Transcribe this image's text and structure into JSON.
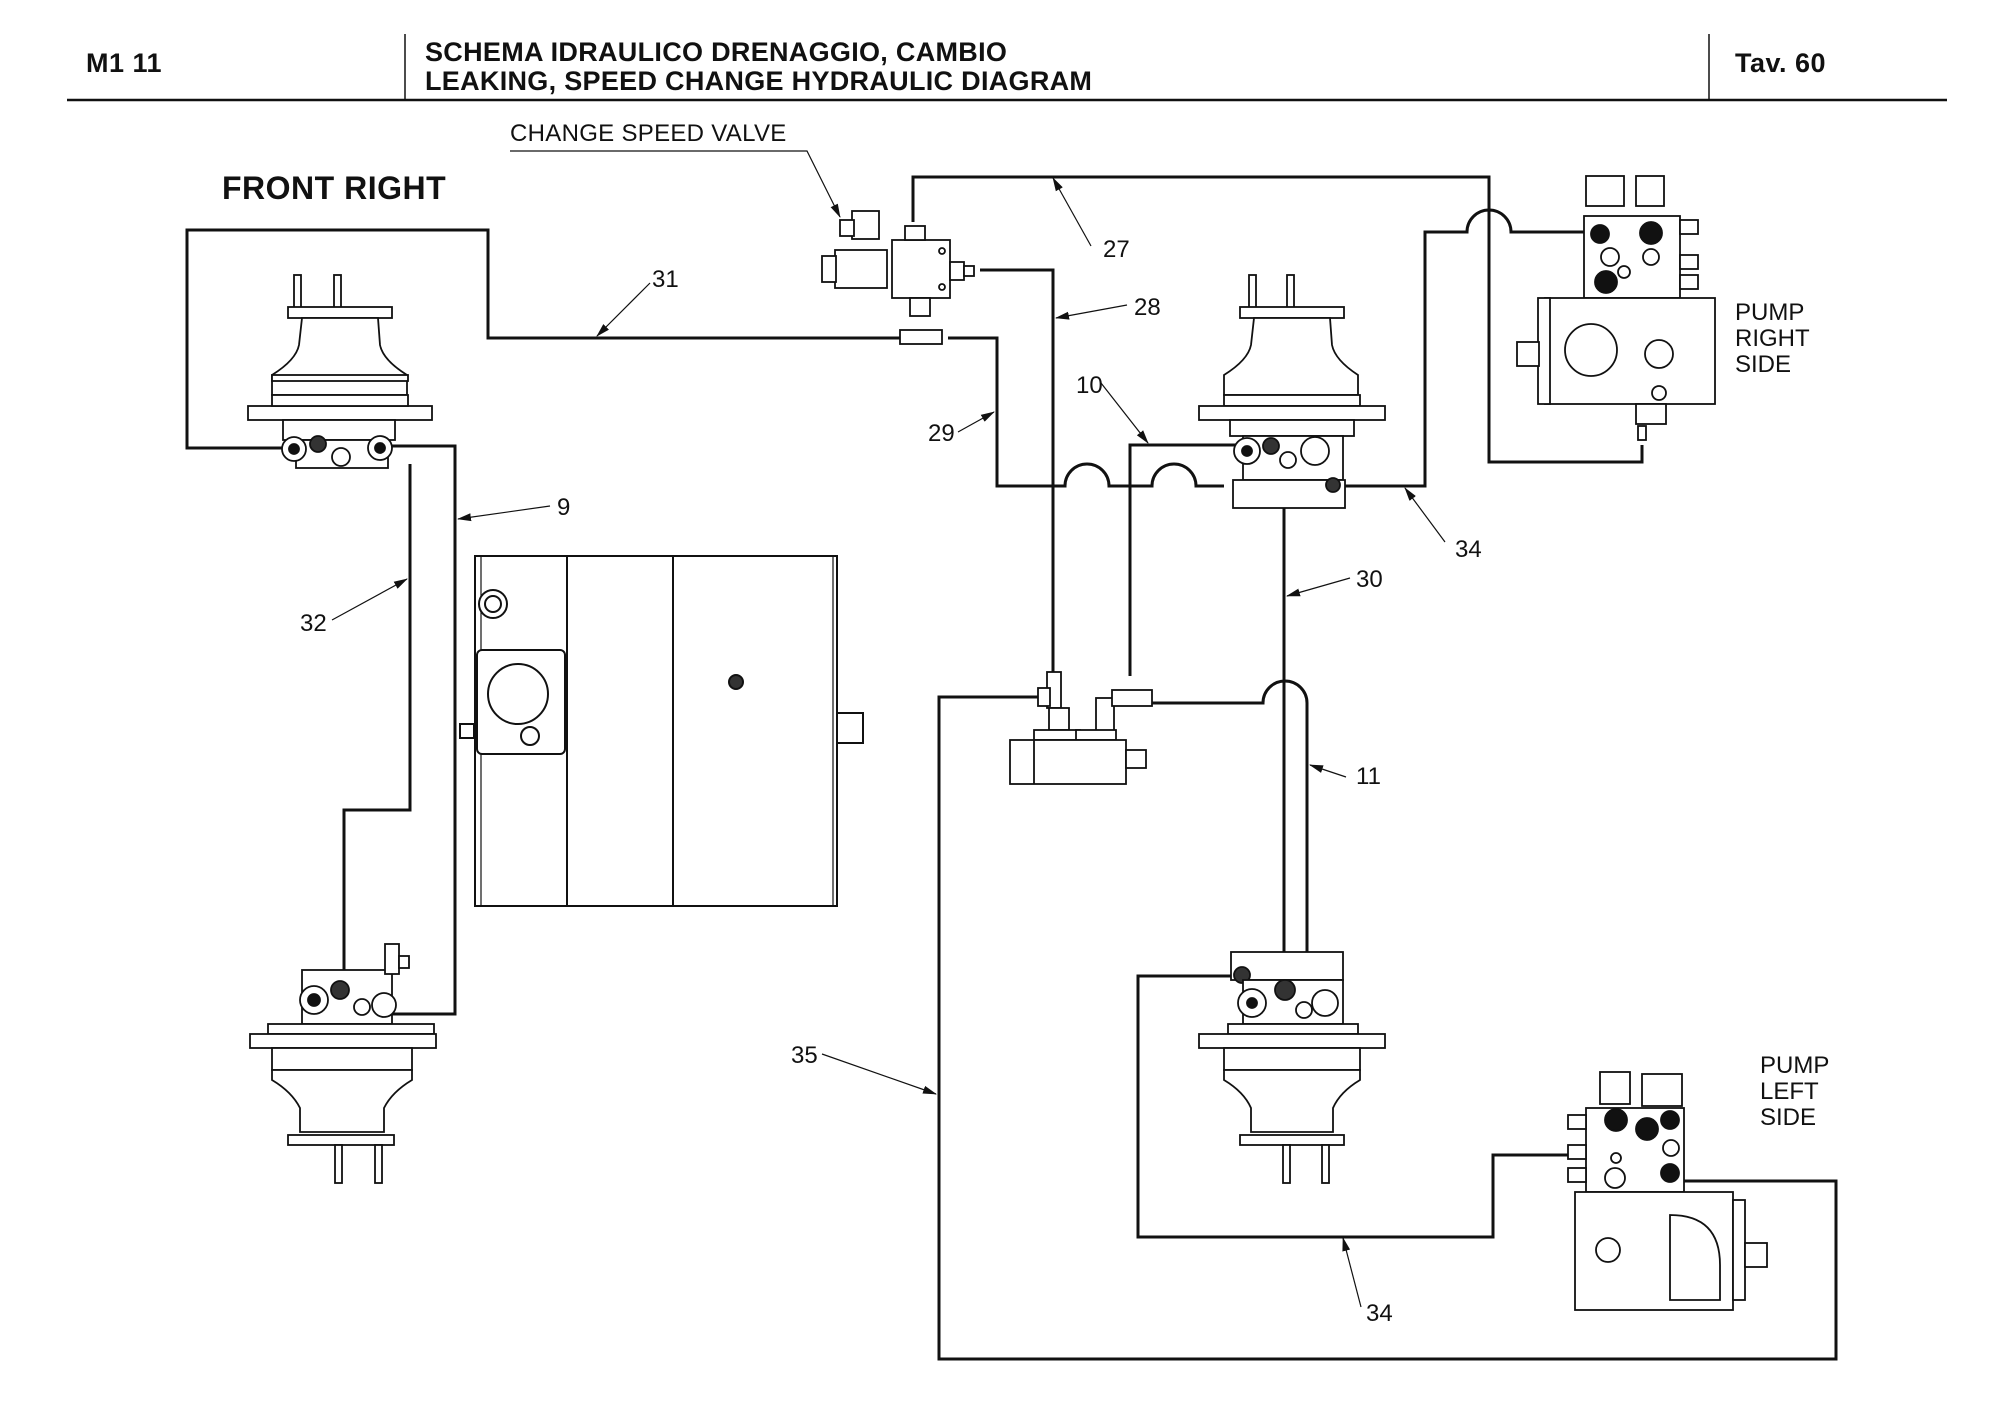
{
  "header": {
    "code": "M1 11",
    "title_it": "SCHEMA IDRAULICO DRENAGGIO, CAMBIO",
    "title_en": "LEAKING, SPEED CHANGE HYDRAULIC DIAGRAM",
    "sheet": "Tav.  60"
  },
  "labels": {
    "change_speed_valve": "CHANGE SPEED VALVE",
    "front_right": "FRONT RIGHT",
    "pump_right": [
      "PUMP",
      "RIGHT",
      "SIDE"
    ],
    "pump_left": [
      "PUMP",
      "LEFT",
      "SIDE"
    ]
  },
  "callouts": {
    "c27": "27",
    "c31": "31",
    "c28": "28",
    "c10": "10",
    "c29": "29",
    "c9": "9",
    "c32": "32",
    "c34a": "34",
    "c30": "30",
    "c11": "11",
    "c35": "35",
    "c34b": "34"
  },
  "components": {
    "motor_front_right": "front-right-wheel-motor",
    "motor_rear_left": "rear-left-wheel-motor",
    "motor_front_left": "front-left-wheel-motor",
    "motor_rear_right": "rear-right-wheel-motor",
    "tank": "hydraulic-tank",
    "valve": "change-speed-valve",
    "filter": "drain-filter",
    "pump_right": "pump-right-side",
    "pump_left": "pump-left-side"
  }
}
